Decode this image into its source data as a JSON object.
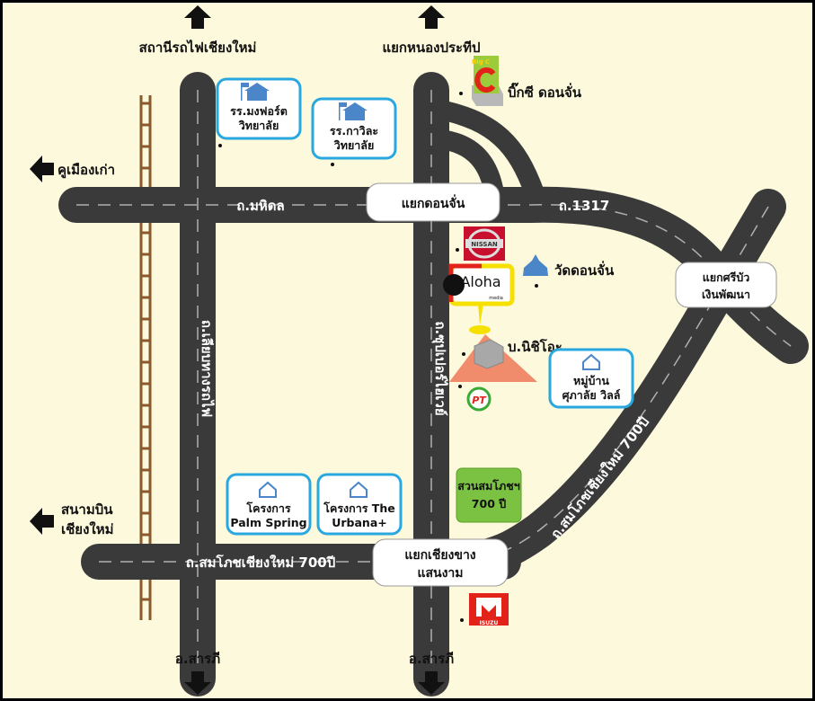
{
  "colors": {
    "background": "#fdf9dc",
    "road": "#3a3a3a",
    "rail": "#8b5a2b",
    "poi_border": "#29a8e0",
    "park": "#7cc242",
    "highlight": "#f08c6c"
  },
  "directions": {
    "north_left": "สถานีรถไฟเชียงใหม่",
    "north_right": "แยกหนองประทีป",
    "west_top": "คูเมืองเก่า",
    "west_bottom_1": "สนามบิน",
    "west_bottom_2": "เชียงใหม่",
    "south_left": "อ.สารภี",
    "south_right": "อ.สารภี"
  },
  "roads": {
    "mahidol": "ถ.มหิดล",
    "r1317": "ถ.1317",
    "railway_road": "ถ.เลียบทางรถไฟ",
    "superhighway": "ถ.ซุปเปอร์ไฮเวย์",
    "sompot_bottom": "ถ.สมโภชเชียงใหม่ 700ปี",
    "sompot_diag": "ถ.สมโภชเชียงใหม่ 700ปี"
  },
  "intersections": {
    "donchan": "แยกดอนจั่น",
    "sribua_1": "แยกศรีบัว",
    "sribua_2": "เงินพัฒนา",
    "chiangkhang_1": "แยกเชียงขาง",
    "chiangkhang_2": "แสนงาม"
  },
  "pois": {
    "montfort_1": "รร.มงฟอร์ต",
    "montfort_2": "วิทยาลัย",
    "kawila_1": "รร.กาวิละ",
    "kawila_2": "วิทยาลัย",
    "bigc": "บิ๊กซี ดอนจั่น",
    "bigc_logo": "Big C",
    "nissan_logo": "NISSAN",
    "wat": "วัดดอนจั่น",
    "aloha_logo": "Aloha",
    "aloha_sub": "media",
    "nichio": "บ.นิชิโอะ",
    "pt_logo": "PT",
    "village_1": "หมู่บ้าน",
    "village_2": "ศุภาลัย วิลล์",
    "palm_1": "โครงการ",
    "palm_2": "Palm Spring",
    "urbana_1": "โครงการ The",
    "urbana_2": "Urbana+",
    "park_1": "สวนสมโภชฯ",
    "park_2": "700 ปี",
    "isuzu_logo": "ISUZU"
  }
}
